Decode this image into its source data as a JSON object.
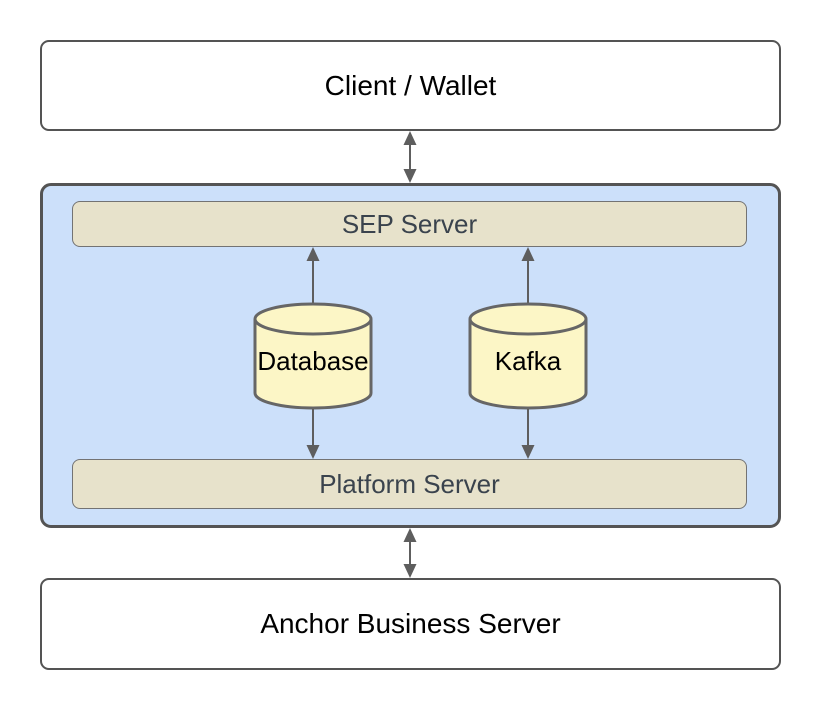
{
  "nodes": {
    "client_wallet": {
      "label": "Client / Wallet",
      "type": "box"
    },
    "sep_container": {
      "type": "container"
    },
    "sep_server": {
      "label": "SEP Server",
      "type": "bar"
    },
    "database": {
      "label": "Database",
      "type": "cylinder"
    },
    "kafka": {
      "label": "Kafka",
      "type": "cylinder"
    },
    "platform_server": {
      "label": "Platform Server",
      "type": "bar"
    },
    "anchor_business_server": {
      "label": "Anchor Business Server",
      "type": "box"
    }
  },
  "edges": [
    {
      "from": "client_wallet",
      "to": "sep_container",
      "direction": "both"
    },
    {
      "from": "database",
      "to": "sep_server",
      "direction": "to"
    },
    {
      "from": "kafka",
      "to": "sep_server",
      "direction": "to"
    },
    {
      "from": "database",
      "to": "platform_server",
      "direction": "to"
    },
    {
      "from": "kafka",
      "to": "platform_server",
      "direction": "to"
    },
    {
      "from": "sep_container",
      "to": "anchor_business_server",
      "direction": "both"
    }
  ],
  "colors": {
    "container_fill": "#cce0fa",
    "container_border": "#545454",
    "box_fill": "#ffffff",
    "box_border": "#545454",
    "bar_fill": "#e7e2cb",
    "bar_border": "#737373",
    "bar_text": "#3a434d",
    "cylinder_fill": "#fcf6c6",
    "cylinder_border": "#666666",
    "arrow": "#5e5e5e",
    "box_text": "#000000",
    "page_background": "#ffffff"
  }
}
